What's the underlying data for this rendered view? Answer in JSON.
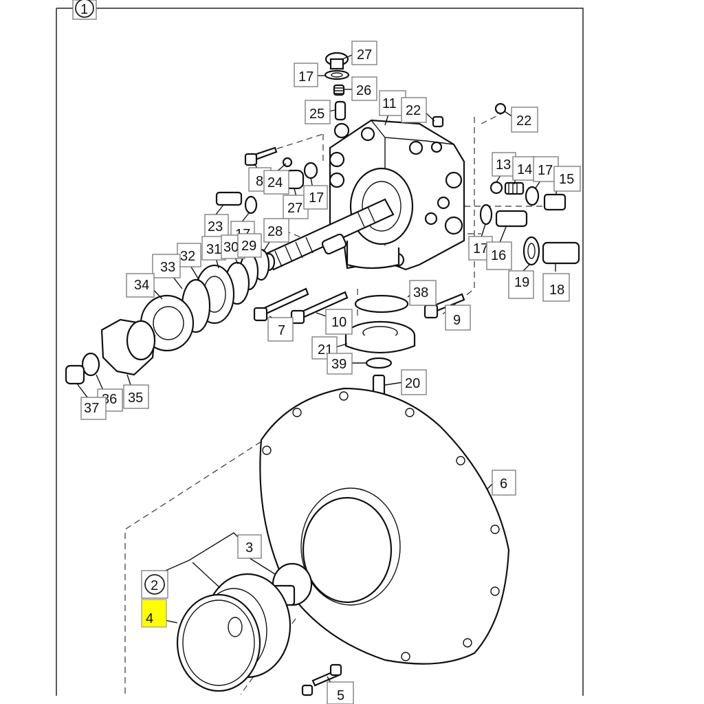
{
  "group_markers": [
    "1",
    "2"
  ],
  "callouts": [
    {
      "id": "c27a",
      "text": "27"
    },
    {
      "id": "c17a",
      "text": "17"
    },
    {
      "id": "c26",
      "text": "26"
    },
    {
      "id": "c25",
      "text": "25"
    },
    {
      "id": "c11",
      "text": "11"
    },
    {
      "id": "c22a",
      "text": "22"
    },
    {
      "id": "c22b",
      "text": "22"
    },
    {
      "id": "c8",
      "text": "8"
    },
    {
      "id": "c24",
      "text": "24"
    },
    {
      "id": "c27b",
      "text": "27"
    },
    {
      "id": "c17b",
      "text": "17"
    },
    {
      "id": "c13",
      "text": "13"
    },
    {
      "id": "c14",
      "text": "14"
    },
    {
      "id": "c17c",
      "text": "17"
    },
    {
      "id": "c15",
      "text": "15"
    },
    {
      "id": "c23",
      "text": "23"
    },
    {
      "id": "c17d",
      "text": "17"
    },
    {
      "id": "c28",
      "text": "28"
    },
    {
      "id": "c31",
      "text": "31"
    },
    {
      "id": "c30",
      "text": "30"
    },
    {
      "id": "c29",
      "text": "29"
    },
    {
      "id": "c32",
      "text": "32"
    },
    {
      "id": "c33",
      "text": "33"
    },
    {
      "id": "c34",
      "text": "34"
    },
    {
      "id": "c17e",
      "text": "17"
    },
    {
      "id": "c16",
      "text": "16"
    },
    {
      "id": "c19",
      "text": "19"
    },
    {
      "id": "c18",
      "text": "18"
    },
    {
      "id": "c38",
      "text": "38"
    },
    {
      "id": "c9",
      "text": "9"
    },
    {
      "id": "c7",
      "text": "7"
    },
    {
      "id": "c10",
      "text": "10"
    },
    {
      "id": "c21",
      "text": "21"
    },
    {
      "id": "c39",
      "text": "39"
    },
    {
      "id": "c20",
      "text": "20"
    },
    {
      "id": "c35",
      "text": "35"
    },
    {
      "id": "c36",
      "text": "36"
    },
    {
      "id": "c37",
      "text": "37"
    },
    {
      "id": "c6",
      "text": "6"
    },
    {
      "id": "c3",
      "text": "3"
    },
    {
      "id": "c4",
      "text": "4",
      "highlighted": true
    },
    {
      "id": "c5",
      "text": "5"
    }
  ],
  "highlight_color": "#ffff00"
}
